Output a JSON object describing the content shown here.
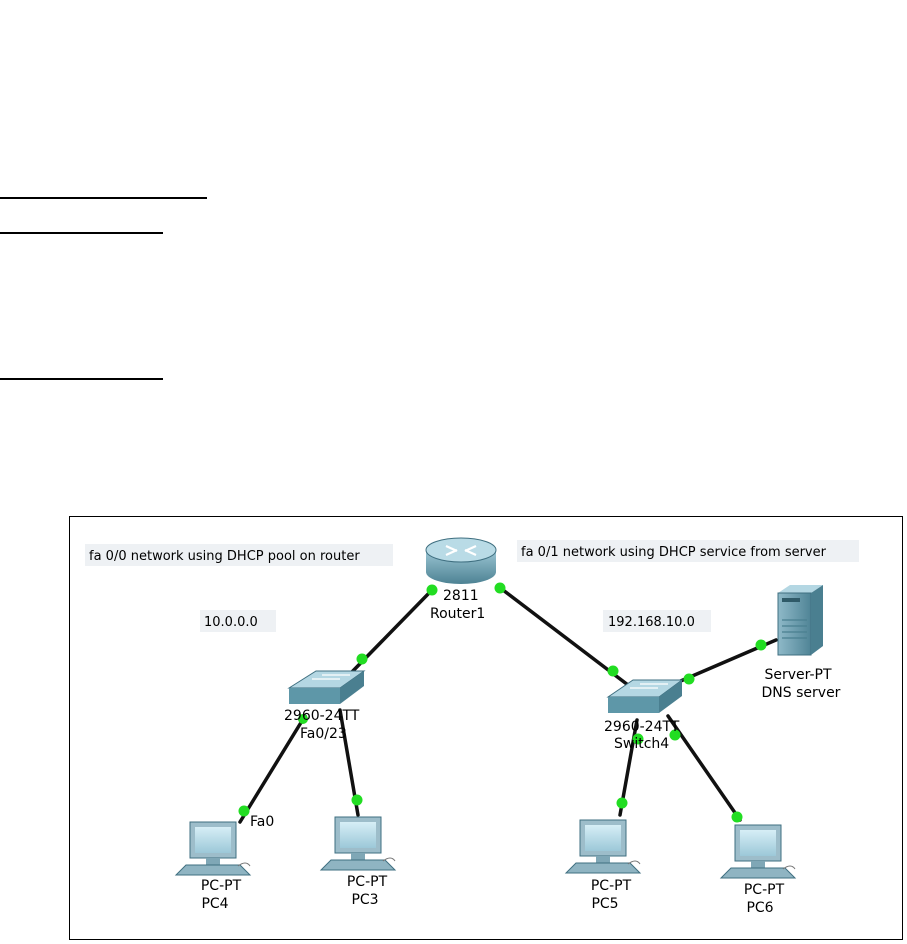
{
  "diagram": {
    "notes": {
      "left_network": "fa 0/0 network using DHCP pool on router",
      "right_network": "fa 0/1 network using DHCP service from server",
      "left_subnet": "10.0.0.0",
      "right_subnet": "192.168.10.0"
    },
    "router": {
      "model": "2811",
      "name": "Router1"
    },
    "switch_left": {
      "model": "2960-24TT",
      "name": "Fa0/23"
    },
    "switch_right": {
      "model": "2960-24TT",
      "name": "Switch4"
    },
    "server": {
      "model": "Server-PT",
      "name": "DNS server"
    },
    "pcs": [
      {
        "model": "PC-PT",
        "name": "PC4"
      },
      {
        "model": "PC-PT",
        "name": "PC3"
      },
      {
        "model": "PC-PT",
        "name": "PC5"
      },
      {
        "model": "PC-PT",
        "name": "PC6"
      }
    ],
    "port_labels": {
      "pc4_port": "Fa0"
    },
    "colors": {
      "link_up": "#22dd22",
      "device_body": "#5e97a8",
      "note_background": "#eef1f4"
    }
  }
}
